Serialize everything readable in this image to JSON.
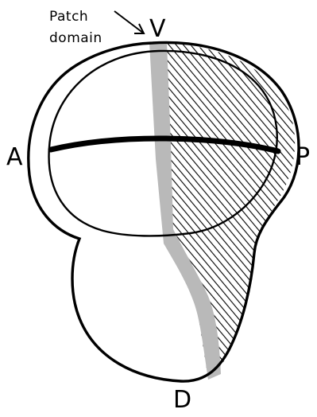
{
  "labels": {
    "ventral": "V",
    "dorsal": "D",
    "anterior": "A",
    "posterior": "P",
    "annotation_line1": "Patch",
    "annotation_line2": "domain"
  },
  "colors": {
    "outline": "#000000",
    "patch_domain": "#b9b9b9",
    "hatch": "#000000",
    "background": "#ffffff"
  }
}
